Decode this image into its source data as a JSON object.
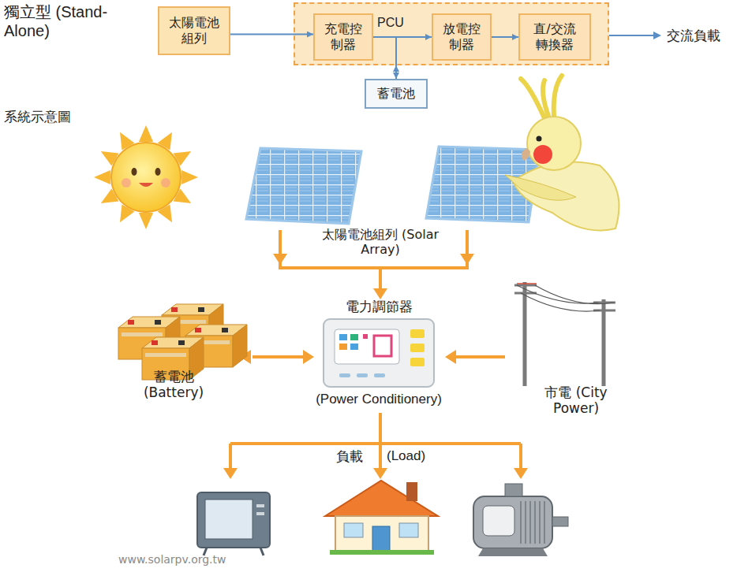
{
  "diagram": {
    "title": "獨立型 (Stand-Alone)",
    "nodes": [
      {
        "text": [
          "太陽電池組列"
        ]
      },
      {
        "text": [
          "PCU"
        ]
      },
      {
        "text": [
          "充電控制器"
        ],
        "in": 1
      },
      {
        "text": [
          "放電控制器"
        ],
        "in": 1
      },
      {
        "text": [
          "直/交流轉換器"
        ],
        "in": 1
      },
      {
        "text": [
          "蓄電池"
        ]
      }
    ],
    "edges": [
      {
        "from": 0,
        "to": 2,
        "arrow": "to"
      },
      {
        "from": 2,
        "to": 3,
        "arrow": "to"
      },
      {
        "from": 3,
        "to": 4,
        "arrow": "to"
      },
      {
        "from": 1,
        "to": 5,
        "arrow": "both"
      }
    ],
    "labels": [
      "交流負載",
      "系統示意圖",
      "太陽電池組列 (Solar Array)",
      "電力調節器",
      "(Power Conditionery)",
      "蓄電池 (Battery)",
      "市電 (City Power)",
      "負載",
      "(Load)",
      "www.solarpv.org.tw"
    ]
  }
}
